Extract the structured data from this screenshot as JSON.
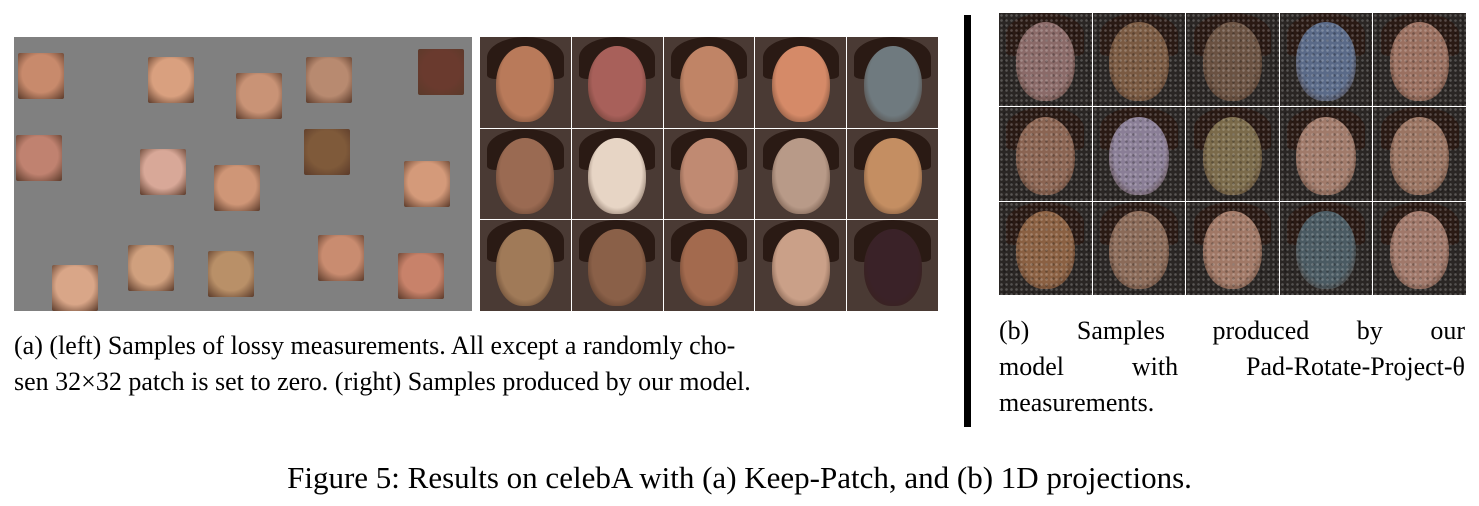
{
  "figure": {
    "caption": "Figure 5: Results on celebA with (a) Keep-Patch, and (b) 1D projections."
  },
  "panel_a": {
    "caption_line1": "(a) (left) Samples of lossy measurements.  All except a randomly cho-",
    "caption_line2": "sen 32×32 patch is set to zero. (right) Samples produced by our model.",
    "background_color": "#808080",
    "patch_colors": [
      "#c88a6c",
      "#d9a07f",
      "#c99376",
      "#b88a70",
      "#6a3a2e",
      "#c08270",
      "#d8a898",
      "#cf9677",
      "#7f5a3a",
      "#d49a7a",
      "#d9a688",
      "#d0a07e",
      "#b99068",
      "#c98c70",
      "#c8826a"
    ],
    "sample_tones": [
      [
        "#b97a5a",
        "#a8605a",
        "#c08466",
        "#d58a68",
        "#6f7a7f"
      ],
      [
        "#9a6a52",
        "#e7d5c5",
        "#c08a72",
        "#b89a88",
        "#c48e62"
      ],
      [
        "#a07a58",
        "#8a6048",
        "#a36a4e",
        "#caa088",
        "#3a2228"
      ]
    ]
  },
  "panel_b": {
    "caption_line1": "(b)  Samples  produced  by  our",
    "caption_line2": "model with Pad-Rotate-Project-θ",
    "caption_line3": "measurements.",
    "sample_tones": [
      [
        "#8a6a68",
        "#7a5a42",
        "#6a5242",
        "#5a6a88",
        "#9a7060"
      ],
      [
        "#8a6452",
        "#8a7e96",
        "#7a6a4a",
        "#a07a6a",
        "#9a7462"
      ],
      [
        "#8a6042",
        "#8a6a58",
        "#a07866",
        "#4a5a62",
        "#a0786a"
      ]
    ]
  }
}
